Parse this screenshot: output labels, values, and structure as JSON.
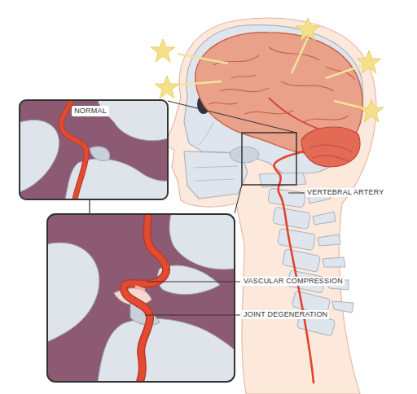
{
  "diagram": {
    "nodes": [
      {
        "text": [
          "NORMAL"
        ]
      }
    ],
    "labels": [
      "VERTEBRAL ARTERY",
      "VASCULAR COMPRESSION",
      "JOINT DEGENERATION"
    ]
  }
}
